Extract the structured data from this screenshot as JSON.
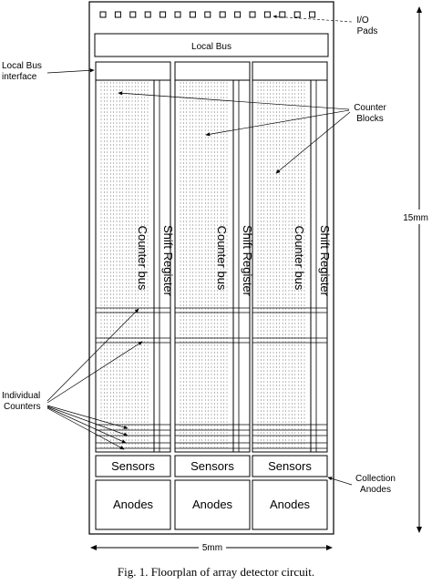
{
  "diagram": {
    "io_pads": "I/O\nPads",
    "local_bus": "Local Bus",
    "local_bus_interface": "Local Bus\ninterface",
    "counter_blocks": "Counter\nBlocks",
    "individual_counters": "Individual\nCounters",
    "collection_anodes": "Collection\nAnodes",
    "counter_bus": "Counter bus",
    "shift_register": "Shift Register",
    "sensors": "Sensors",
    "anodes": "Anodes",
    "height_dim": "15mm",
    "width_dim": "5mm",
    "column_count": 3,
    "pad_count": 15
  },
  "caption": "Fig. 1. Floorplan of array detector circuit."
}
